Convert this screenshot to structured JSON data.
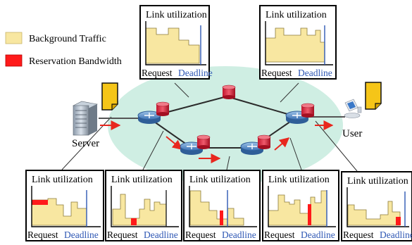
{
  "legend": {
    "background_label": "Background Traffic",
    "reservation_label": "Reservation Bandwidth",
    "background_color": "#f8e7a1",
    "reservation_color": "#ff1a1a"
  },
  "nodes": {
    "server_label": "Server",
    "user_label": "User"
  },
  "panels": [
    {
      "title": "Link utilization",
      "request": "Request",
      "deadline": "Deadline"
    },
    {
      "title": "Link utilization",
      "request": "Request",
      "deadline": "Deadline"
    },
    {
      "title": "Link utilization",
      "request": "Request",
      "deadline": "Deadline"
    },
    {
      "title": "Link utilization",
      "request": "Request",
      "deadline": "Deadline"
    },
    {
      "title": "Link utilization",
      "request": "Request",
      "deadline": "Deadline"
    },
    {
      "title": "Link utilization",
      "request": "Request",
      "deadline": "Deadline"
    },
    {
      "title": "Link utilization",
      "request": "Request",
      "deadline": "Deadline"
    }
  ],
  "colors": {
    "cloud": "#cfeee3",
    "deadline_line": "#2e57b4",
    "panel_border": "#000000",
    "arrow": "#e8271e",
    "document": "#f5c518"
  }
}
